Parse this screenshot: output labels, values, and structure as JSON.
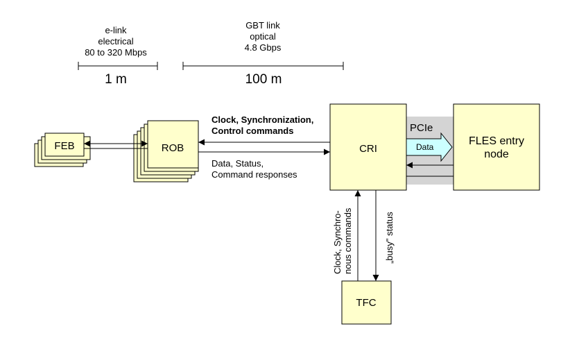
{
  "colors": {
    "box_fill": "#ffffcc",
    "stroke": "#000000",
    "pcie_band": "#d4d4d4",
    "data_arrow_fill": "#ccffff",
    "background": "#ffffff"
  },
  "scales": {
    "elink": {
      "line1": "e-link",
      "line2": "electrical",
      "line3": "80 to 320 Mbps",
      "length": "1 m"
    },
    "gbt": {
      "line1": "GBT link",
      "line2": "optical",
      "line3": "4.8 Gbps",
      "length": "100 m"
    }
  },
  "blocks": {
    "feb": "FEB",
    "rob": "ROB",
    "cri": "CRI",
    "fles_line1": "FLES entry",
    "fles_line2": "node",
    "tfc": "TFC"
  },
  "labels": {
    "control_line1": "Clock, Synchronization,",
    "control_line2": "Control commands",
    "data_line1": "Data, Status,",
    "data_line2": "Command responses",
    "pcie": "PCIe",
    "pcie_data": "Data",
    "tfc_clock_line1": "Clock, Synchro-",
    "tfc_clock_line2": "nous commands",
    "busy_status": "„busy\" status"
  }
}
